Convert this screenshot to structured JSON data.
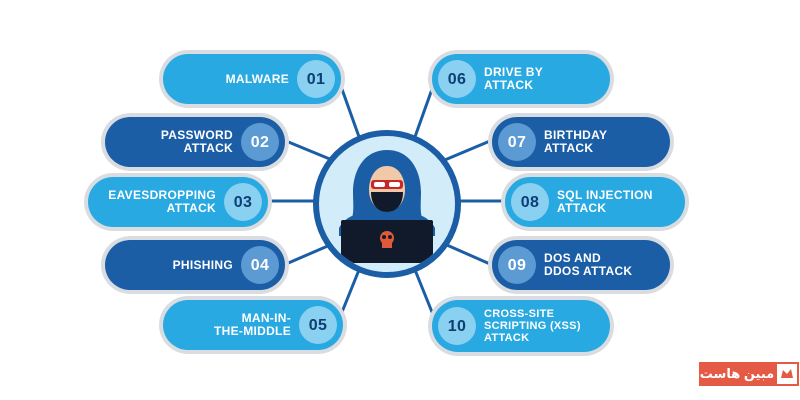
{
  "items": [
    {
      "number": "01",
      "label": "Malware",
      "label_lines": [
        "MALWARE"
      ],
      "style": "light"
    },
    {
      "number": "02",
      "label": "Password Attack",
      "label_lines": [
        "PASSWORD",
        "ATTACK"
      ],
      "style": "dark"
    },
    {
      "number": "03",
      "label": "Eavesdropping Attack",
      "label_lines": [
        "EAVESDROPPING",
        "ATTACK"
      ],
      "style": "light"
    },
    {
      "number": "04",
      "label": "Phishing",
      "label_lines": [
        "PHISHING"
      ],
      "style": "dark"
    },
    {
      "number": "05",
      "label": "Man-in-the-Middle",
      "label_lines": [
        "MAN-IN-",
        "THE-MIDDLE"
      ],
      "style": "light"
    },
    {
      "number": "06",
      "label": "Drive by Attack",
      "label_lines": [
        "DRIVE BY",
        "ATTACK"
      ],
      "style": "light"
    },
    {
      "number": "07",
      "label": "Birthday Attack",
      "label_lines": [
        "BIRTHDAY",
        "ATTACK"
      ],
      "style": "dark"
    },
    {
      "number": "08",
      "label": "SQL Injection Attack",
      "label_lines": [
        "SQL INJECTION",
        "ATTACK"
      ],
      "style": "light"
    },
    {
      "number": "09",
      "label": "DOS and DDOS Attack",
      "label_lines": [
        "DOS AND",
        "DDOS ATTACK"
      ],
      "style": "dark"
    },
    {
      "number": "10",
      "label": "Cross-Site Scripting (XSS) Attack",
      "label_lines": [
        "CROSS-SITE",
        "SCRIPTING (XSS)",
        "ATTACK"
      ],
      "style": "light"
    }
  ],
  "brand": {
    "text": "مبین هاست"
  },
  "colors": {
    "light": "#29a9e1",
    "dark": "#1b5ea6",
    "connector": "#1b5ea6",
    "brand": "#e55a45"
  },
  "icons": {
    "center": "hacker-with-laptop-icon",
    "laptop_mark": "skull-icon",
    "brand_logo": "brand-logo-icon"
  }
}
